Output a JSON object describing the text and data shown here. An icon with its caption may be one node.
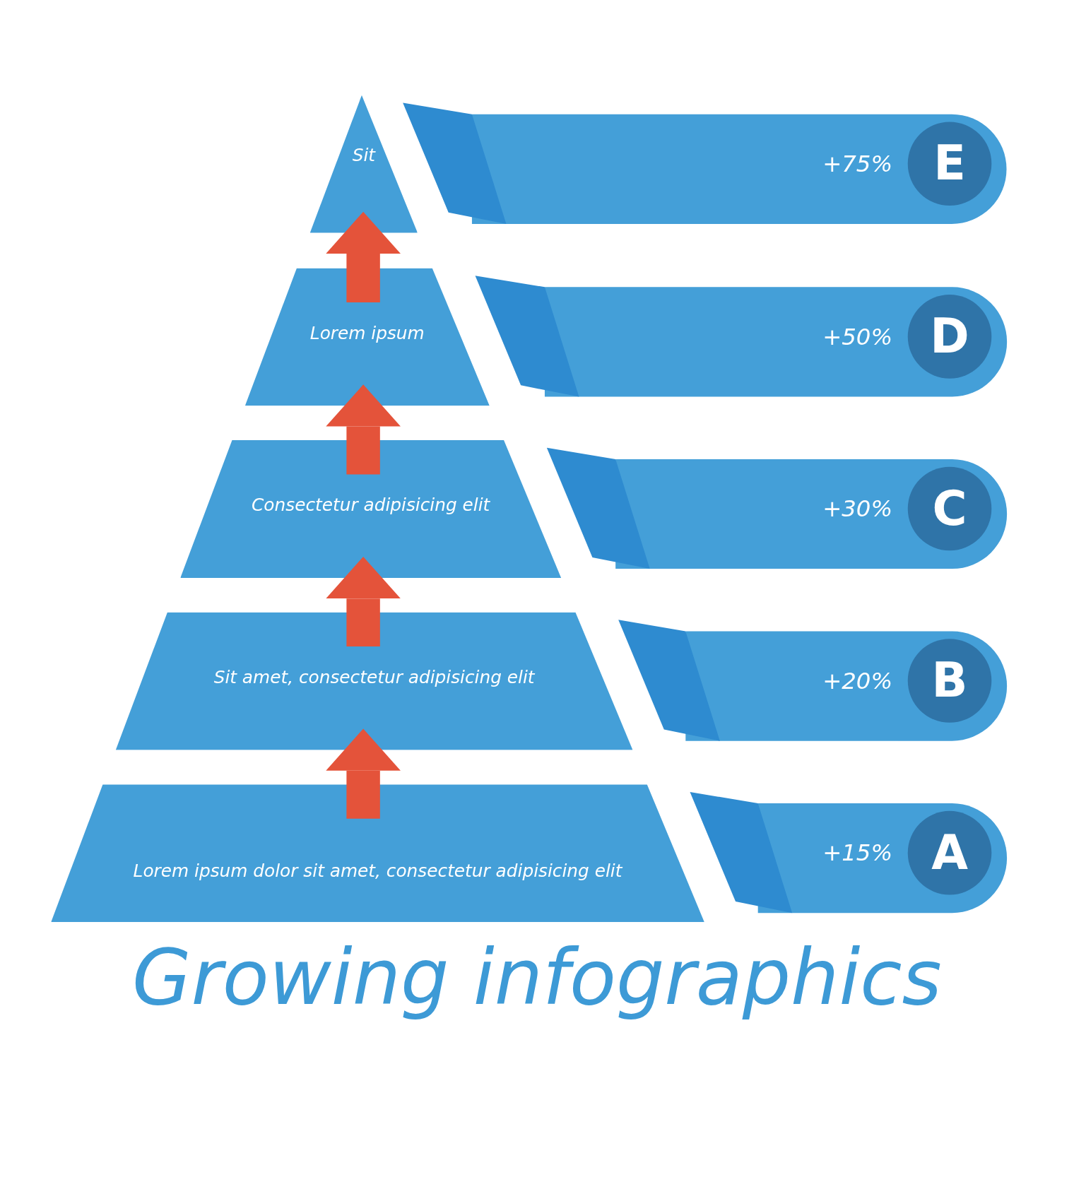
{
  "diagram": {
    "title": "Growing infographics",
    "nodes": [
      {
        "text": [
          "Sit"
        ]
      },
      {
        "text": [
          "+75%",
          "E"
        ]
      },
      {
        "text": [
          "Lorem ipsum"
        ]
      },
      {
        "text": [
          "+50%",
          "D"
        ]
      },
      {
        "text": [
          "Consectetur adipisicing elit"
        ]
      },
      {
        "text": [
          "+30%",
          "C"
        ]
      },
      {
        "text": [
          "Sit amet, consectetur adipisicing elit"
        ]
      },
      {
        "text": [
          "+20%",
          "B"
        ]
      },
      {
        "text": [
          "Lorem ipsum dolor sit amet, consectetur adipisicing elit"
        ]
      },
      {
        "text": [
          "+15%",
          "A"
        ]
      }
    ],
    "edges": [
      {
        "from": 8,
        "to": 6,
        "arrow": "to"
      },
      {
        "from": 6,
        "to": 4,
        "arrow": "to"
      },
      {
        "from": 4,
        "to": 2,
        "arrow": "to"
      },
      {
        "from": 2,
        "to": 0,
        "arrow": "to"
      }
    ]
  }
}
